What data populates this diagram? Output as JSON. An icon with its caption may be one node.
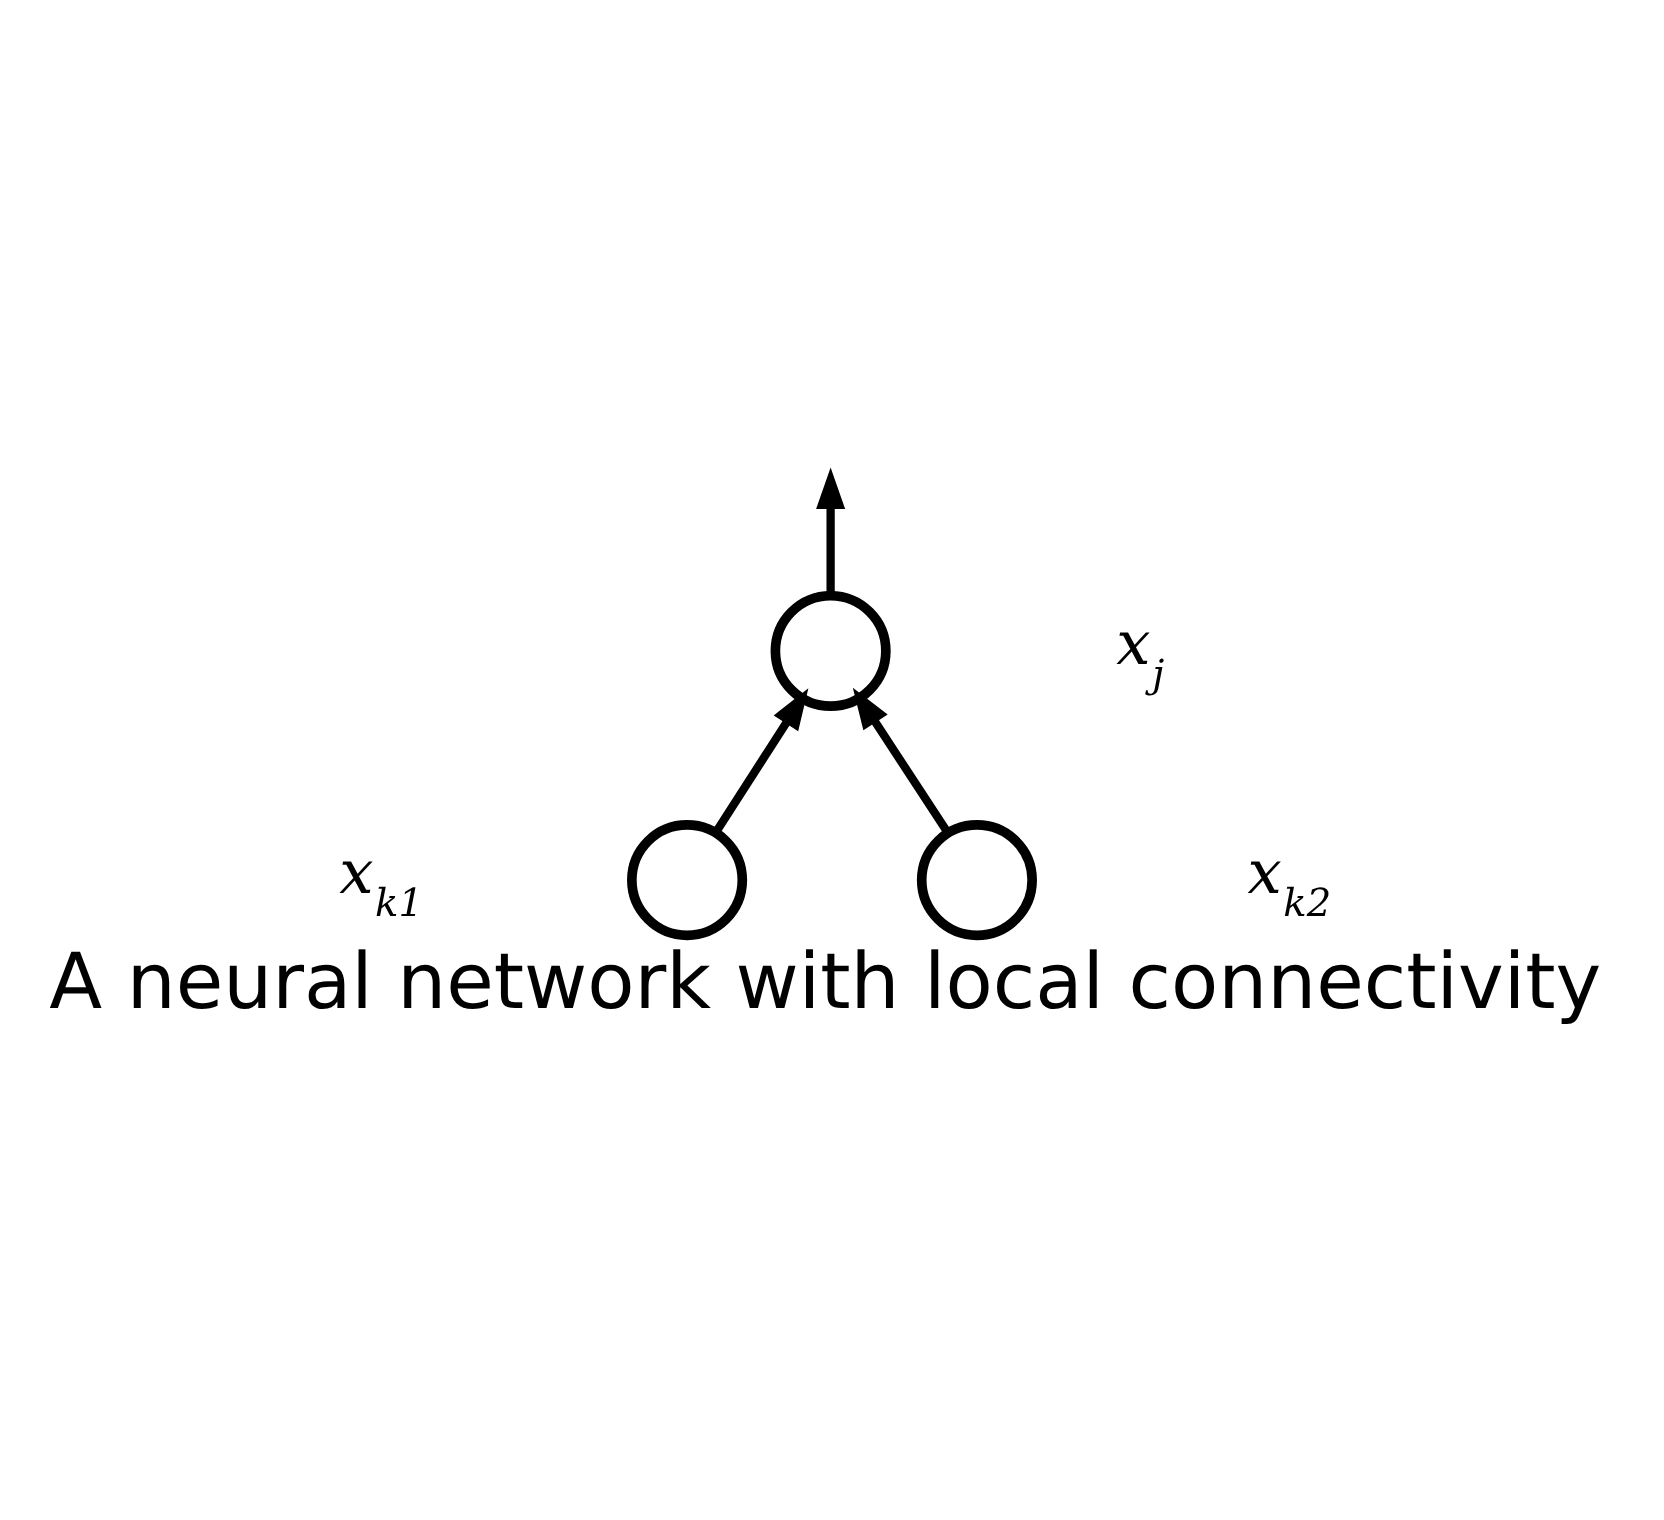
{
  "diagram": {
    "caption": "A neural network with local connectivity",
    "nodes": [
      {
        "text": [],
        "shape": "circle",
        "beside": [
          "x$_{j}$"
        ]
      },
      {
        "text": [],
        "shape": "circle",
        "beside": [
          "x$_{k1}$"
        ]
      },
      {
        "text": [],
        "shape": "circle",
        "beside": [
          "x$_{k2}$"
        ]
      }
    ],
    "edges": [
      {
        "from": 1,
        "to": 0,
        "arrow": "to"
      },
      {
        "from": 2,
        "to": 0,
        "arrow": "to"
      },
      {
        "from": 0,
        "to": null,
        "arrow": "to"
      }
    ]
  }
}
